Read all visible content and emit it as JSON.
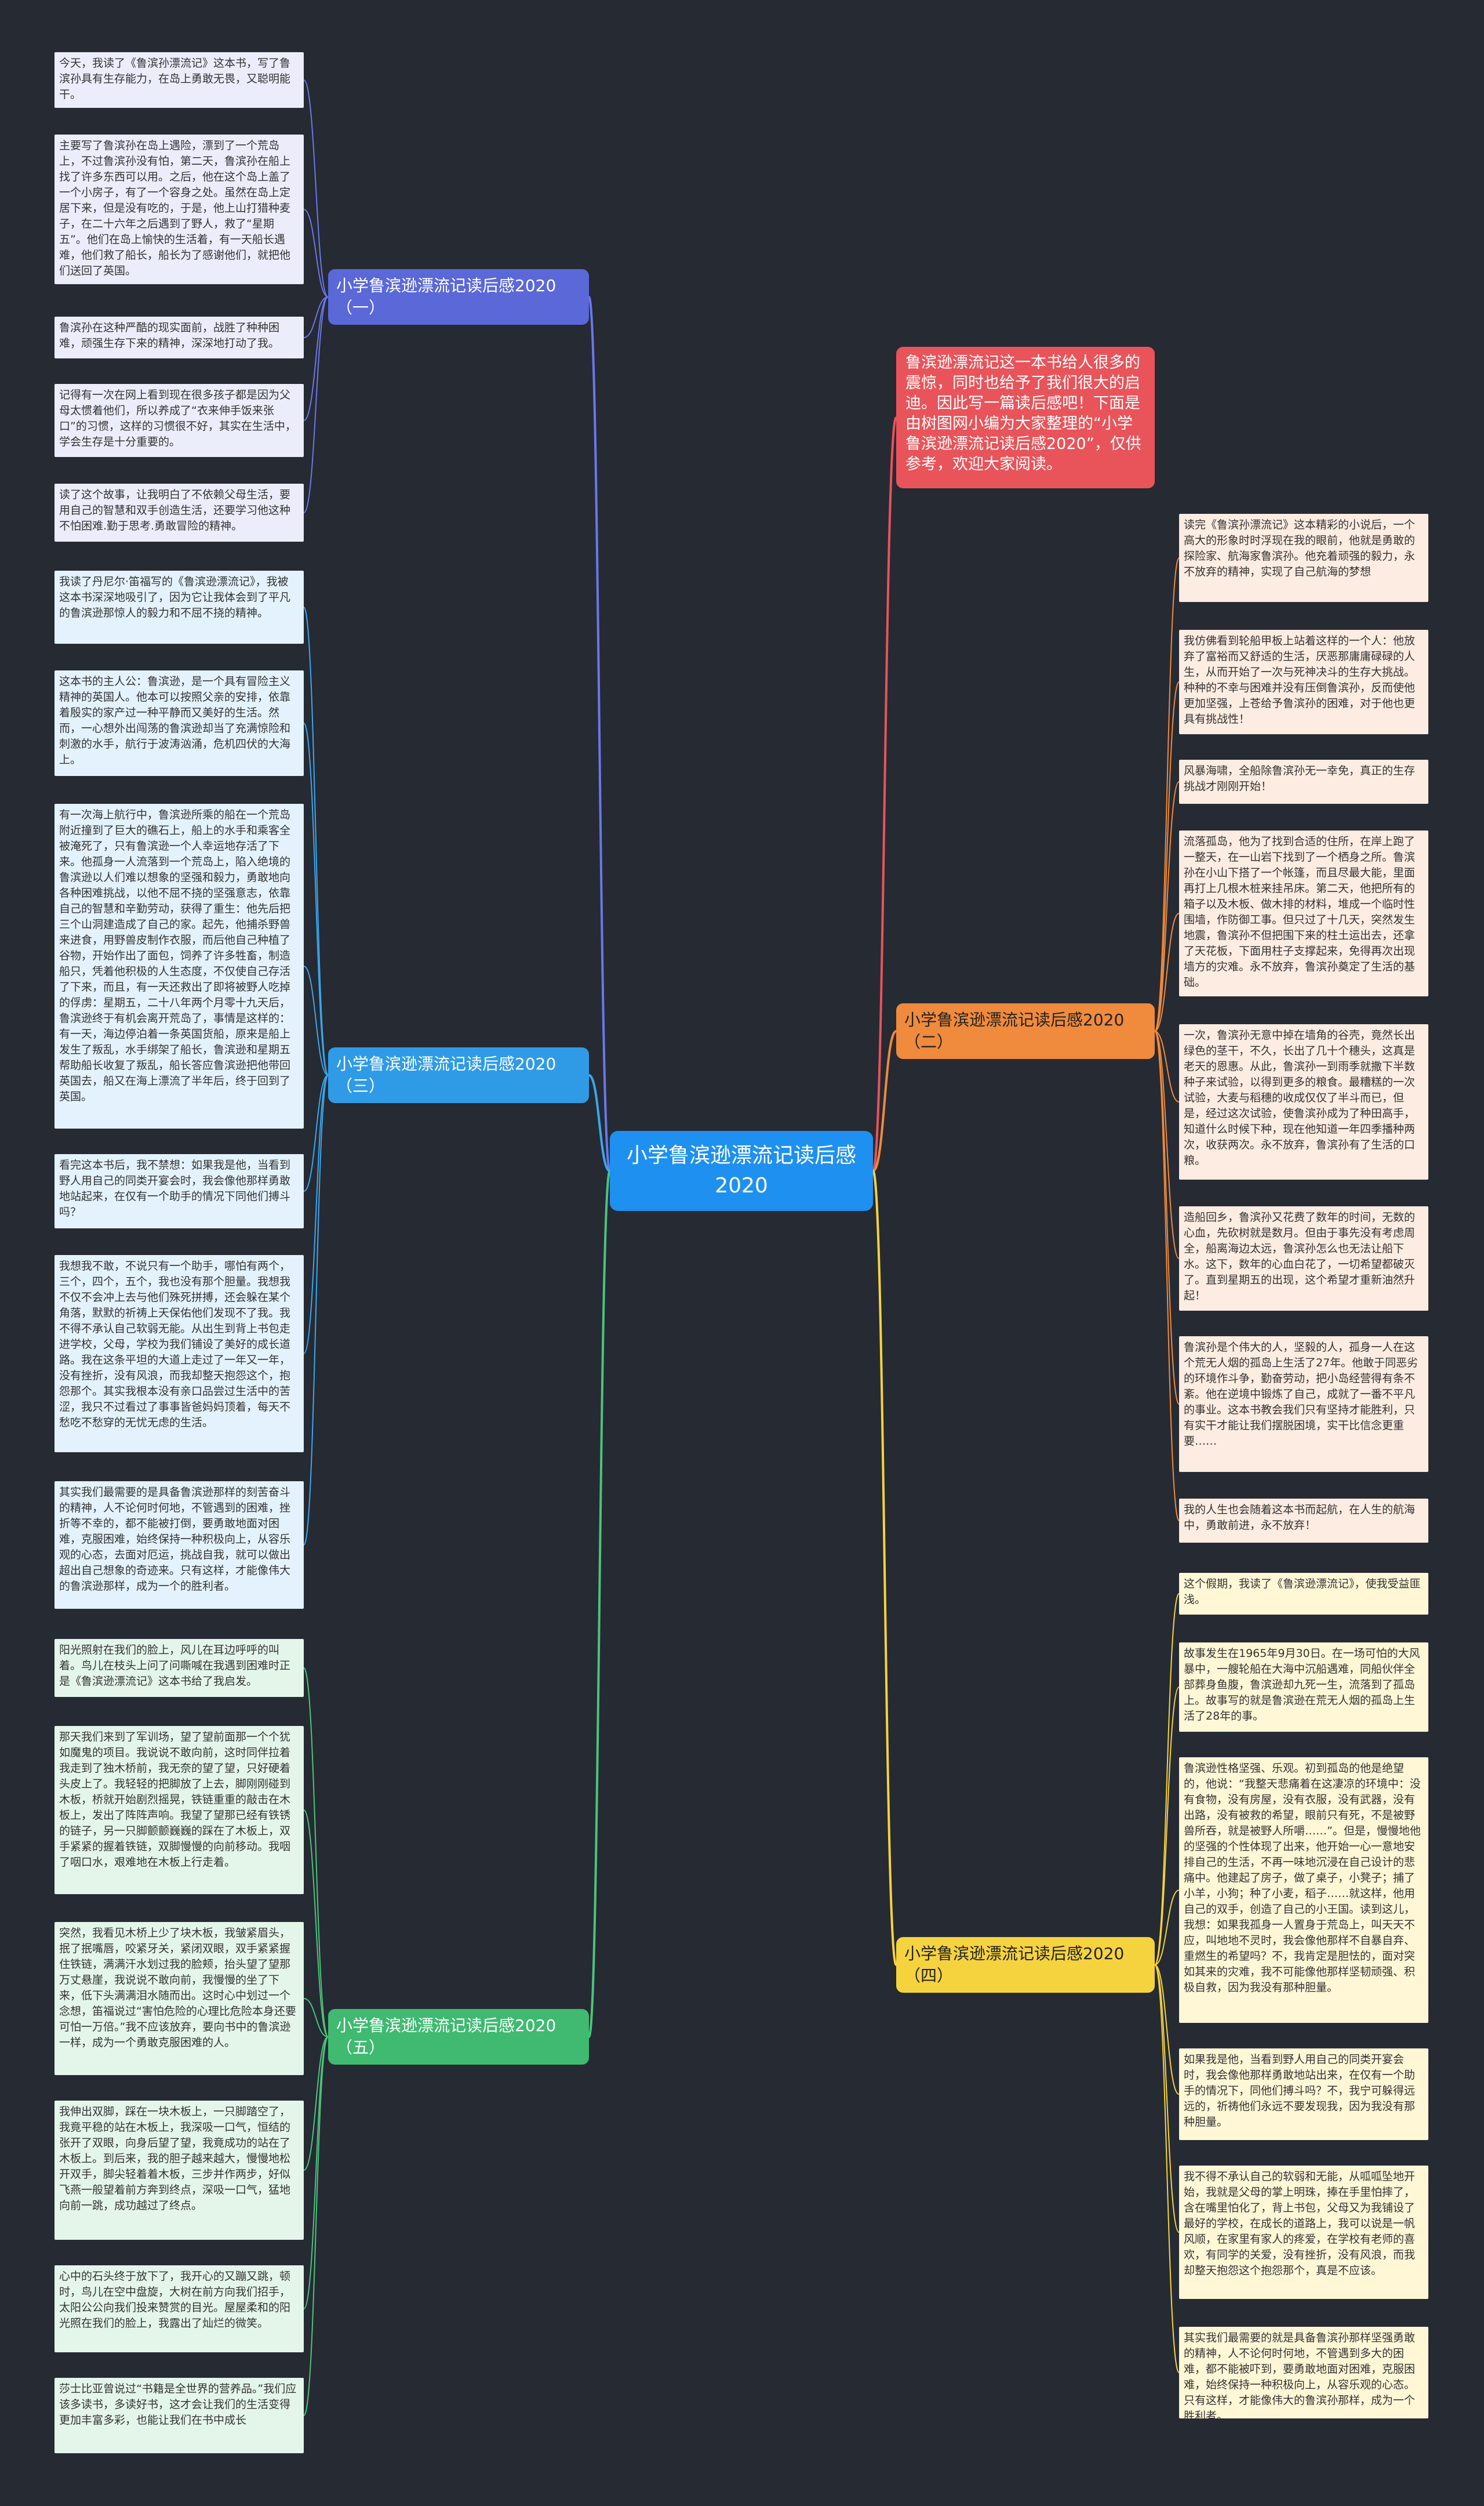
{
  "root": {
    "title": "小学鲁滨逊漂流记读后感2020"
  },
  "intro": {
    "text": "鲁滨逊漂流记这一本书给人很多的震惊，同时也给予了我们很大的启迪。因此写一篇读后感吧！下面是由树图网小编为大家整理的“小学鲁滨逊漂流记读后感2020”，仅供参考，欢迎大家阅读。"
  },
  "branches": [
    {
      "label": "小学鲁滨逊漂流记读后感2020（一）",
      "leaves": [
        "今天，我读了《鲁滨孙漂流记》这本书，写了鲁滨孙具有生存能力，在岛上勇敢无畏，又聪明能干。",
        "主要写了鲁滨孙在岛上遇险，漂到了一个荒岛上，不过鲁滨孙没有怕，第二天，鲁滨孙在船上找了许多东西可以用。之后，他在这个岛上盖了一个小房子，有了一个容身之处。虽然在岛上定居下来，但是没有吃的，于是，他上山打猎种麦子，在二十六年之后遇到了野人，救了“星期五”。他们在岛上愉快的生活着，有一天船长遇难，他们救了船长，船长为了感谢他们，就把他们送回了英国。",
        "鲁滨孙在这种严酷的现实面前，战胜了种种困难，顽强生存下来的精神，深深地打动了我。",
        "记得有一次在网上看到现在很多孩子都是因为父母太惯着他们，所以养成了“衣来伸手饭来张口”的习惯，这样的习惯很不好，其实在生活中，学会生存是十分重要的。",
        "读了这个故事，让我明白了不依赖父母生活，要用自己的智慧和双手创造生活，还要学习他这种不怕困难.勤于思考.勇敢冒险的精神。"
      ]
    },
    {
      "label": "小学鲁滨逊漂流记读后感2020（三）",
      "leaves": [
        "我读了丹尼尔·笛福写的《鲁滨逊漂流记》，我被这本书深深地吸引了，因为它让我体会到了平凡的鲁滨逊那惊人的毅力和不屈不挠的精神。",
        "这本书的主人公：鲁滨逊，是一个具有冒险主义精神的英国人。他本可以按照父亲的安排，依靠着殷实的家产过一种平静而又美好的生活。然而，一心想外出闯荡的鲁滨逊却当了充满惊险和刺激的水手，航行于波涛汹涌，危机四伏的大海上。",
        "有一次海上航行中，鲁滨逊所乘的船在一个荒岛附近撞到了巨大的礁石上，船上的水手和乘客全被淹死了，只有鲁滨逊一个人幸运地存活了下来。他孤身一人流落到一个荒岛上，陷入绝境的鲁滨逊以人们难以想象的坚强和毅力，勇敢地向各种困难挑战，以他不屈不挠的坚强意志，依靠自己的智慧和辛勤劳动，获得了重生：他先后把三个山洞建造成了自己的家。起先，他捕杀野兽来进食，用野兽皮制作衣服，而后他自己种植了谷物，开始作出了面包，饲养了许多牲畜，制造船只，凭着他积极的人生态度，不仅使自己存活了下来，而且，有一天还救出了即将被野人吃掉的俘虏：星期五，二十八年两个月零十九天后，鲁滨逊终于有机会离开荒岛了，事情是这样的：有一天，海边停泊着一条英国货船，原来是船上发生了叛乱，水手绑架了船长，鲁滨逊和星期五帮助船长收复了叛乱，船长答应鲁滨逊把他带回英国去，船又在海上漂流了半年后，终于回到了英国。",
        "看完这本书后，我不禁想：如果我是他，当看到野人用自己的同类开宴会时，我会像他那样勇敢地站起来，在仅有一个助手的情况下同他们搏斗吗？",
        "我想我不敢，不说只有一个助手，哪怕有两个，三个，四个，五个，我也没有那个胆量。我想我不仅不会冲上去与他们殊死拼搏，还会躲在某个角落，默默的祈祷上天保佑他们发现不了我。我不得不承认自己软弱无能。从出生到背上书包走进学校，父母，学校为我们铺设了美好的成长道路。我在这条平坦的大道上走过了一年又一年，没有挫折，没有风浪，而我却整天抱怨这个，抱怨那个。其实我根本没有亲口品尝过生活中的苦涩，我只不过看过了事事皆爸妈妈顶着，每天不愁吃不愁穿的无忧无虑的生活。",
        "其实我们最需要的是具备鲁滨逊那样的刻苦奋斗的精神，人不论何时何地，不管遇到的困难，挫折等不幸的，都不能被打倒，要勇敢地面对困难，克服困难，始终保持一种积极向上，从容乐观的心态，去面对厄运，挑战自我，就可以做出超出自己想象的奇迹来。只有这样，才能像伟大的鲁滨逊那样，成为一个的胜利者。"
      ]
    },
    {
      "label": "小学鲁滨逊漂流记读后感2020（五）",
      "leaves": [
        "阳光照射在我们的脸上，风儿在耳边呼呼的叫着。鸟儿在枝头上问了问嘶喊在我遇到困难时正是《鲁滨逊漂流记》这本书给了我启发。",
        "那天我们来到了军训场，望了望前面那一个个犹如魔鬼的项目。我说说不敢向前，这时同伴拉着我走到了独木桥前，我无奈的望了望，只好硬着头皮上了。我轻轻的把脚放了上去，脚刚刚碰到木板，桥就开始剧烈摇晃，铁链重重的敲击在木板上，发出了阵阵声响。我望了望那已经有铁锈的链子，另一只脚颤颤巍巍的踩在了木板上，双手紧紧的握着铁链，双脚慢慢的向前移动。我咽了咽口水，艰难地在木板上行走着。",
        "突然，我看见木桥上少了块木板，我皱紧眉头，抿了抿嘴唇，咬紧牙关，紧闭双眼，双手紧紧握住铁链，满满汗水划过我的脸颊，抬头望了望那万丈悬崖，我说说不敢向前，我慢慢的坐了下来，低下头满满泪水随而出。这时心中划过一个念想，笛福说过“害怕危险的心理比危险本身还要可怕一万倍。”我不应该放弃，要向书中的鲁滨逊一样，成为一个勇敢克服困难的人。",
        "我伸出双脚，踩在一块木板上，一只脚踏空了，我竟平稳的站在木板上，我深吸一口气，恒结的张开了双眼，向身后望了望，我竟成功的站在了木板上。到后来，我的胆子越来越大，慢慢地松开双手，脚尖轻着着木板，三步并作两步，好似飞燕一般望着前方奔到终点，深吸一口气，猛地向前一跳，成功越过了终点。",
        "心中的石头终于放下了，我开心的又蹦又跳，顿时，鸟儿在空中盘旋，大树在前方向我们招手，太阳公公向我们投来赞赏的目光。屋屋柔和的阳光照在我们的脸上，我露出了灿烂的微笑。",
        "莎士比亚曾说过“书籍是全世界的营养品。”我们应该多读书，多读好书，这才会让我们的生活变得更加丰富多彩，也能让我们在书中成长"
      ]
    },
    {
      "label": "小学鲁滨逊漂流记读后感2020（二）",
      "leaves": [
        "读完《鲁滨孙漂流记》这本精彩的小说后，一个高大的形象时时浮现在我的眼前，他就是勇敢的探险家、航海家鲁滨孙。他充着顽强的毅力，永不放弃的精神，实现了自己航海的梦想",
        "我仿佛看到轮船甲板上站着这样的一个人：他放弃了富裕而又舒适的生活，厌恶那庸庸碌碌的人生，从而开始了一次与死神决斗的生存大挑战。种种的不幸与困难并没有压倒鲁滨孙，反而使他更加坚强，上苍给予鲁滨孙的困难，对于他也更具有挑战性！",
        "风暴海啸，全船除鲁滨孙无一幸免，真正的生存挑战才刚刚开始！",
        "流落孤岛，他为了找到合适的住所，在岸上跑了一整天，在一山岩下找到了一个栖身之所。鲁滨孙在小山下搭了一个帐篷，而且尽最大能，里面再打上几根木桩来挂吊床。第二天，他把所有的箱子以及木板、做木排的材料，堆成一个临时性围墙，作防御工事。但只过了十几天，突然发生地震，鲁滨孙不但把围下来的柱土运出去，还拿了天花板，下面用柱子支撑起来，免得再次出现墙方的灾难。永不放弃，鲁滨孙奠定了生活的基础。",
        "一次，鲁滨孙无意中掉在墙角的谷壳，竟然长出绿色的茎干，不久，长出了几十个穗头，这真是老天的恩惠。从此，鲁滨孙一到雨季就撒下半数种子来试验，以得到更多的粮食。最糟糕的一次试验，大麦与稻穗的收成仅仅了半斗而已，但是，经过这次试验，使鲁滨孙成为了种田高手，知道什么时候下种，现在他知道一年四季播种两次，收获两次。永不放弃，鲁滨孙有了生活的口粮。",
        "造船回乡，鲁滨孙又花费了数年的时间，无数的心血，先砍树就是数月。但由于事先没有考虑周全，船离海边太远，鲁滨孙怎么也无法让船下水。这下，数年的心血白花了，一切希望都破灭了。直到星期五的出现，这个希望才重新油然升起！",
        "鲁滨孙是个伟大的人，坚毅的人，孤身一人在这个荒无人烟的孤岛上生活了27年。他敢于同恶劣的环境作斗争，勤奋劳动，把小岛经营得有条不紊。他在逆境中锻炼了自己，成就了一番不平凡的事业。这本书教会我们只有坚持才能胜利，只有实干才能让我们摆脱困境，实干比信念更重要……",
        "我的人生也会随着这本书而起航，在人生的航海中，勇敢前进，永不放弃！"
      ]
    },
    {
      "label": "小学鲁滨逊漂流记读后感2020（四）",
      "leaves": [
        "这个假期，我读了《鲁滨逊漂流记》，使我受益匪浅。",
        "故事发生在1965年9月30日。在一场可怕的大风暴中，一艘轮船在大海中沉船遇难，同船伙伴全部葬身鱼腹，鲁滨逊却九死一生，流落到了孤岛上。故事写的就是鲁滨逊在荒无人烟的孤岛上生活了28年的事。",
        "鲁滨逊性格坚强、乐观。初到孤岛的他是绝望的，他说：“我整天悲痛着在这凄凉的环境中：没有食物，没有房屋，没有衣服，没有武器，没有出路，没有被救的希望，眼前只有死，不是被野兽所吞，就是被野人所嚼……”。但是，慢慢地他的坚强的个性体现了出来，他开始一心一意地安排自己的生活，不再一味地沉浸在自己设计的悲痛中。他建起了房子，做了桌子，小凳子；捕了小羊，小狗；种了小麦，稻子……就这样，他用自己的双手，创造了自己的小王国。读到这儿，我想：如果我孤身一人置身于荒岛上，叫天天不应，叫地地不灵时，我会像他那样不自暴自弃、重燃生的希望吗？不，我肯定是胆怯的，面对突如其来的灾难，我不可能像他那样坚韧顽强、积极自救，因为我没有那种胆量。",
        "如果我是他，当看到野人用自己的同类开宴会时，我会像他那样勇敢地站出来，在仅有一个助手的情况下，同他们搏斗吗？不，我宁可躲得远远的，祈祷他们永远不要发现我，因为我没有那种胆量。",
        "我不得不承认自己的软弱和无能，从呱呱坠地开始，我就是父母的掌上明珠，捧在手里怕摔了，含在嘴里怕化了，背上书包，父母又为我铺设了最好的学校，在成长的道路上，我可以说是一帆风顺，在家里有家人的疼爱，在学校有老师的喜欢，有同学的关爱，没有挫折，没有风浪，而我却整天抱怨这个抱怨那个，真是不应该。",
        "其实我们最需要的就是具备鲁滨孙那样坚强勇敢的精神，人不论何时何地，不管遇到多大的困难，都不能被吓到，要勇敢地面对困难，克服困难，始终保持一种积极向上，从容乐观的心态。只有这样，才能像伟大的鲁滨孙那样，成为一个胜利者。"
      ]
    }
  ]
}
